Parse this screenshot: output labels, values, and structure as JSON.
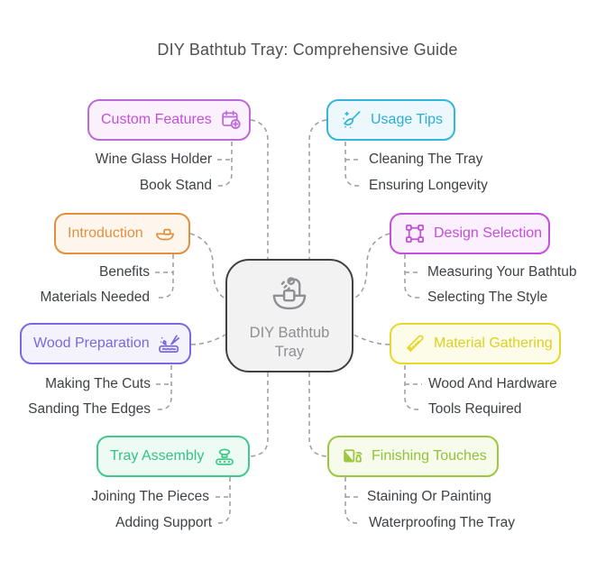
{
  "title": "DIY Bathtub Tray: Comprehensive Guide",
  "colors": {
    "connector": "#9c9c9c",
    "subitem_text": "#3e4145",
    "title_text": "#4d4f52"
  },
  "central": {
    "label_line1": "DIY Bathtub",
    "label_line2": "Tray",
    "icon": "bathtub-icon",
    "border_color": "#3f4245",
    "bg": "#f2f2f3",
    "text_color": "#8d8f92"
  },
  "branches": [
    {
      "id": "custom-features",
      "label": "Custom Features",
      "icon": "calendar-plus-icon",
      "side": "left",
      "color": "#bb6ad8",
      "text_color": "#c150d8",
      "bg": "#fbf1fd",
      "children": [
        "Wine Glass Holder",
        "Book Stand"
      ]
    },
    {
      "id": "usage-tips",
      "label": "Usage Tips",
      "icon": "broom-sparkles-icon",
      "side": "right",
      "color": "#33b6dc",
      "text_color": "#2dacd8",
      "bg": "#edf8fc",
      "children": [
        "Cleaning The Tray",
        "Ensuring Longevity"
      ]
    },
    {
      "id": "introduction",
      "label": "Introduction",
      "icon": "tub-icon",
      "side": "left",
      "color": "#e28f3e",
      "text_color": "#e28f3e",
      "bg": "#fdf6ed",
      "children": [
        "Benefits",
        "Materials Needed"
      ]
    },
    {
      "id": "design-selection",
      "label": "Design Selection",
      "icon": "vector-frame-icon",
      "side": "right",
      "color": "#c44fd8",
      "text_color": "#c44fd8",
      "bg": "#fbf0fd",
      "children": [
        "Measuring Your Bathtub",
        "Selecting The Style"
      ]
    },
    {
      "id": "wood-preparation",
      "label": "Wood Preparation",
      "icon": "wood-carving-icon",
      "side": "left",
      "color": "#7b68e0",
      "text_color": "#7b68e0",
      "bg": "#f4f2fd",
      "children": [
        "Making The Cuts",
        "Sanding The Edges"
      ]
    },
    {
      "id": "material-gathering",
      "label": "Material Gathering",
      "icon": "hand-saw-icon",
      "side": "right",
      "color": "#e6d82f",
      "text_color": "#ded023",
      "bg": "#fdfce9",
      "children": [
        "Wood And Hardware",
        "Tools Required"
      ]
    },
    {
      "id": "tray-assembly",
      "label": "Tray Assembly",
      "icon": "assembly-machine-icon",
      "side": "left",
      "color": "#3fc98b",
      "text_color": "#35c286",
      "bg": "#eefaf4",
      "children": [
        "Joining The Pieces",
        "Adding Support"
      ]
    },
    {
      "id": "finishing-touches",
      "label": "Finishing Touches",
      "icon": "spray-paint-icon",
      "side": "right",
      "color": "#9cc73f",
      "text_color": "#93c238",
      "bg": "#f7fbec",
      "children": [
        "Staining Or Painting",
        "Waterproofing The Tray"
      ]
    }
  ]
}
